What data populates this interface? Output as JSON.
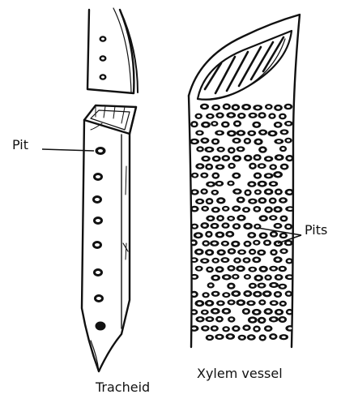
{
  "labels": {
    "pit": "Pit",
    "pits": "Pits",
    "tracheid": "Tracheid",
    "xylem_vessel": "Xylem vessel"
  },
  "colors": {
    "ink": "#111111",
    "background": "#ffffff"
  }
}
